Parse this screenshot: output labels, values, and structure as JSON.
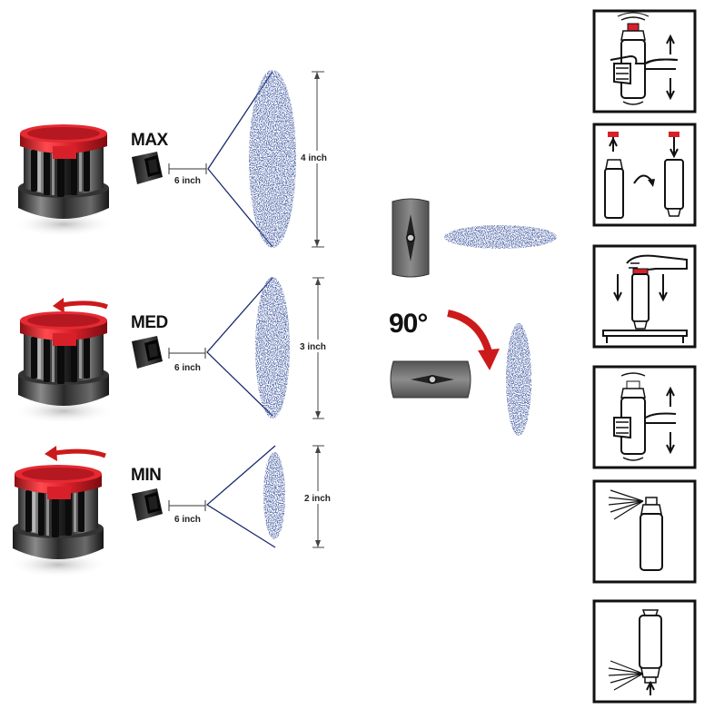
{
  "settings": [
    {
      "label": "MAX",
      "distance": "6 inch",
      "size": "4 inch"
    },
    {
      "label": "MED",
      "distance": "6 inch",
      "size": "3 inch"
    },
    {
      "label": "MIN",
      "distance": "6 inch",
      "size": "2 inch"
    }
  ],
  "rotation": {
    "label": "90°"
  },
  "instructions": [
    {
      "icon": "shake-can-icon"
    },
    {
      "icon": "swap-cap-icon"
    },
    {
      "icon": "press-cap-on-table-icon"
    },
    {
      "icon": "shake-can-again-icon"
    },
    {
      "icon": "spray-upright-icon"
    },
    {
      "icon": "spray-inverted-icon"
    }
  ],
  "colors": {
    "cap_red": "#d8202a",
    "spray_blue": "#1b2a6b",
    "arrow_red": "#cc1a1a",
    "body_dark": "#2a2a2a"
  }
}
